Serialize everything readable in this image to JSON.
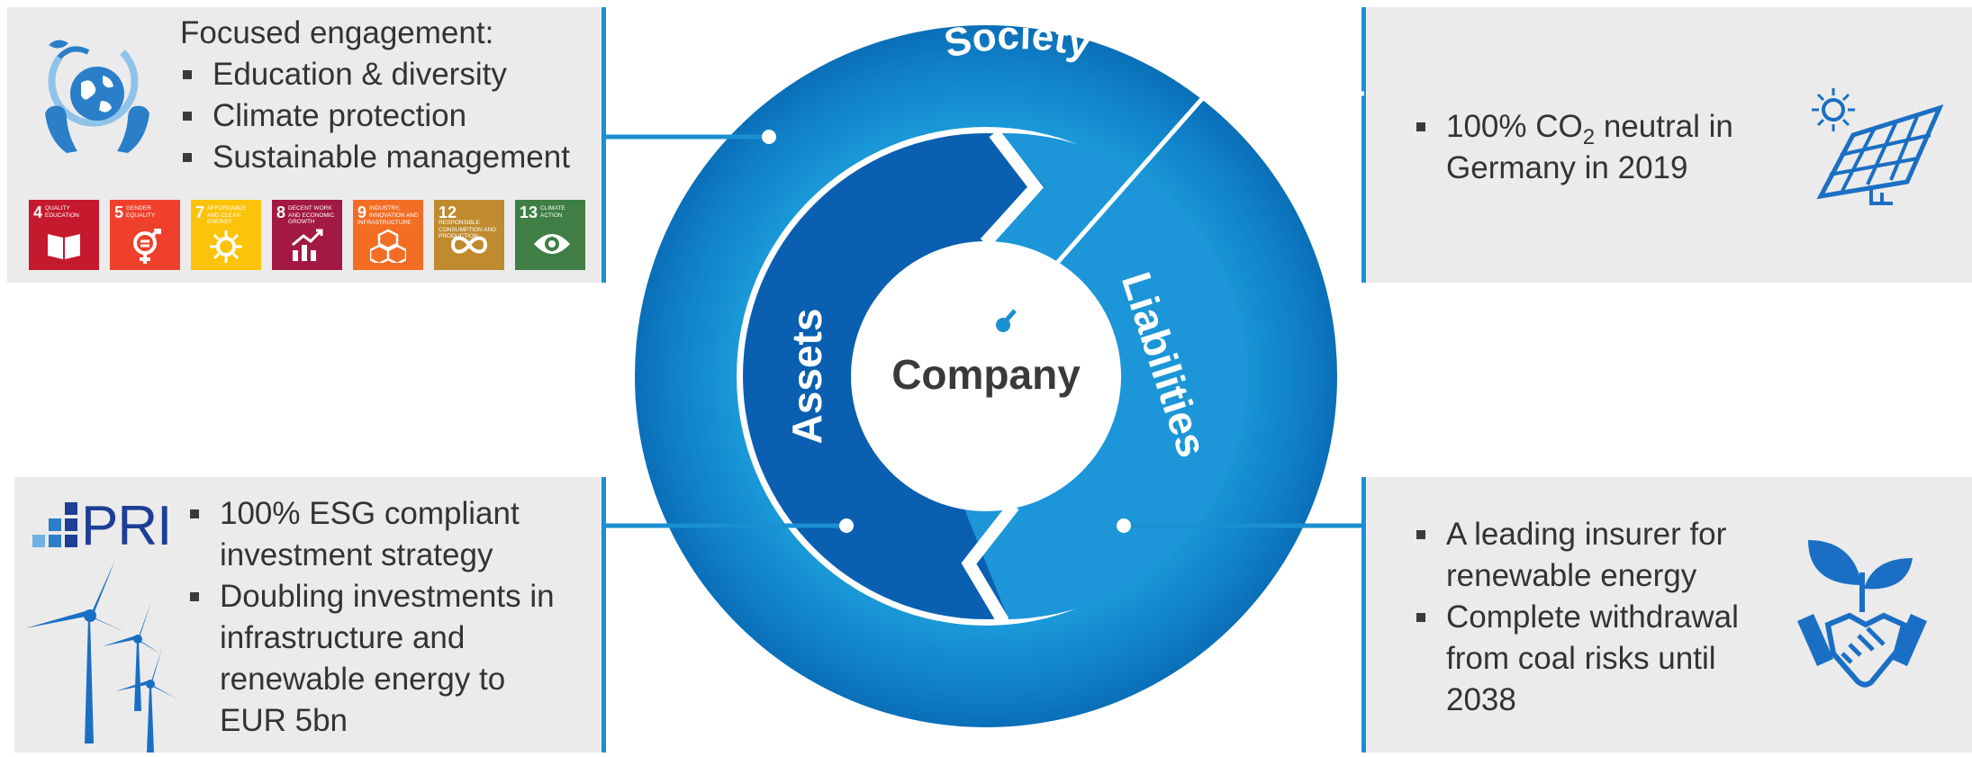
{
  "center": {
    "label": "Company"
  },
  "ring": {
    "outer_label": "Society",
    "left_label": "Assets",
    "right_label": "Liabilities"
  },
  "colors": {
    "outer_ring": "#1a8fd1",
    "assets": "#0a5fb0",
    "liabilities": "#1c96d8",
    "panel": "#ebebeb"
  },
  "top_left": {
    "title": "Focused engagement:",
    "items": [
      "Education & diversity",
      "Climate protection",
      "Sustainable management"
    ],
    "icon": "globe-in-hands-icon",
    "sdg_goals": [
      {
        "number": "4",
        "label": "QUALITY EDUCATION",
        "color": "#c5192d",
        "icon": "book-icon"
      },
      {
        "number": "5",
        "label": "GENDER EQUALITY",
        "color": "#ef402b",
        "icon": "gender-equality-icon"
      },
      {
        "number": "7",
        "label": "AFFORDABLE AND CLEAN ENERGY",
        "color": "#fcc30b",
        "icon": "sun-icon"
      },
      {
        "number": "8",
        "label": "DECENT WORK AND ECONOMIC GROWTH",
        "color": "#a21942",
        "icon": "growth-chart-icon"
      },
      {
        "number": "9",
        "label": "INDUSTRY, INNOVATION AND INFRASTRUCTURE",
        "color": "#f36d25",
        "icon": "cubes-icon"
      },
      {
        "number": "12",
        "label": "RESPONSIBLE CONSUMPTION AND PRODUCTION",
        "color": "#bf8b2e",
        "icon": "infinity-icon"
      },
      {
        "number": "13",
        "label": "CLIMATE ACTION",
        "color": "#3f7e44",
        "icon": "eye-globe-icon"
      }
    ]
  },
  "top_right": {
    "item_prefix": "100% CO",
    "item_sub": "2",
    "item_suffix": " neutral in",
    "item_line2": "Germany in 2019",
    "icon": "solar-panel-icon"
  },
  "bottom_left": {
    "logo": "PRI",
    "items": [
      "100% ESG compliant investment strategy",
      "Doubling investments in infrastructure and renewable energy to EUR 5bn"
    ],
    "icon": "wind-turbines-icon"
  },
  "bottom_right": {
    "items": [
      "A leading insurer for renewable energy",
      "Complete withdrawal from coal risks until 2038"
    ],
    "icon": "handshake-plant-icon"
  }
}
